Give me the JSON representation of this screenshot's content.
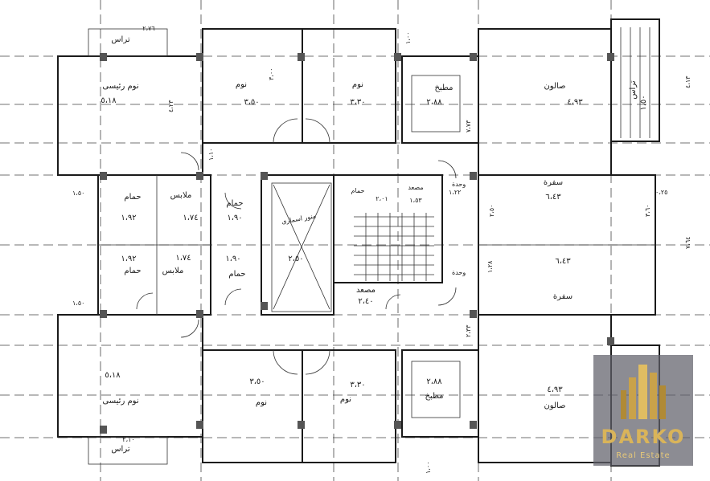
{
  "plan": {
    "rooms": [
      {
        "name": "نوم رئيسى",
        "size": "٥،١٨"
      },
      {
        "name": "نوم",
        "size": "٣،٥٠"
      },
      {
        "name": "نوم",
        "size": "٣،٣٠"
      },
      {
        "name": "مطبخ",
        "size": "٢،٨٨"
      },
      {
        "name": "صالون",
        "size": "٤،٩٣"
      },
      {
        "name": "تراس",
        "size": "١،٥٠"
      },
      {
        "name": "حمام",
        "size": "١،٩٢"
      },
      {
        "name": "ملابس",
        "size": "١،٧٤"
      },
      {
        "name": "حمام",
        "size": "١،٩٠"
      },
      {
        "name": "سفرة",
        "size": "٦،٤٣"
      },
      {
        "name": "مصعد",
        "size": "١،٥٣"
      },
      {
        "name": "حمام",
        "size": "٢،٠١"
      },
      {
        "name": "مصعد",
        "size": "٢،٤٠"
      },
      {
        "name": "منور اسمارى",
        "size": "٢،٥٠"
      },
      {
        "name": "تراس",
        "size": "٢،٧٦"
      },
      {
        "name": "تراس",
        "size": "٢،١٠"
      }
    ],
    "dimensions": [
      "٤،٢٣",
      "١،٥٠",
      "١،١٠",
      "٣،٠٠",
      "٧،٧٣",
      "٤،١٣",
      "٧،٦٤",
      "٢،٥٠",
      "١،٢٨",
      "٣،٦٠",
      "١،٢٢",
      "٢،٣٣",
      "١،٠٠",
      "٠،٢٥",
      "وحدة"
    ]
  },
  "watermark": {
    "name": "DARKO",
    "tagline": "Real Estate"
  }
}
